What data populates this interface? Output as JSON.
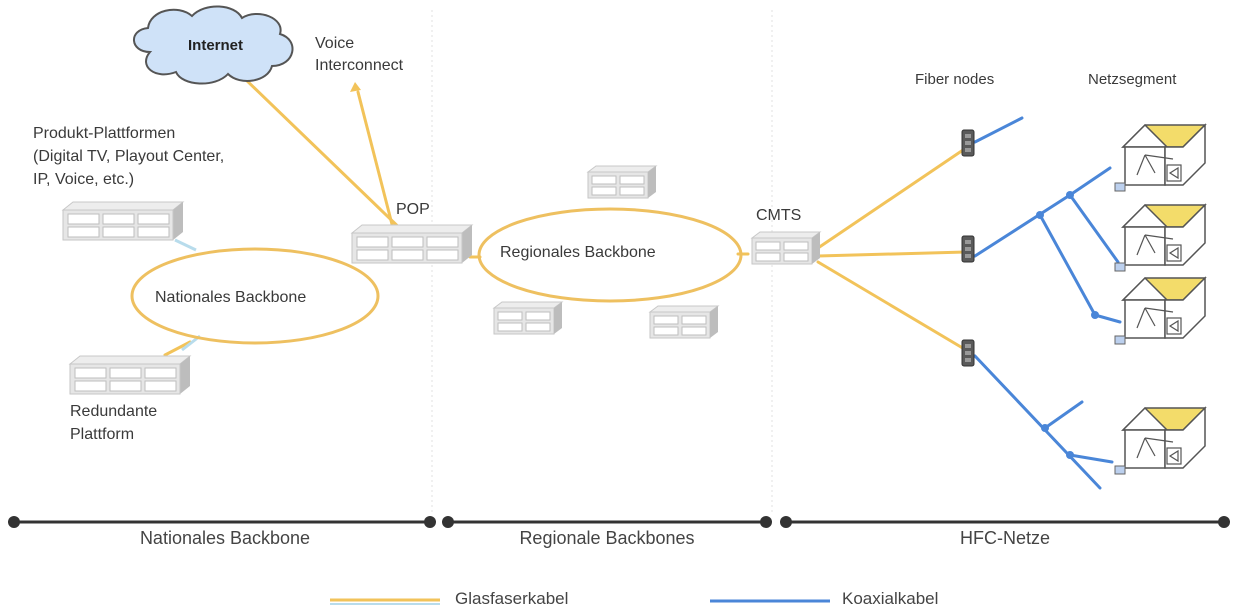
{
  "labels": {
    "internet": "Internet",
    "voice_interconnect_1": "Voice",
    "voice_interconnect_2": "Interconnect",
    "product_platforms_1": "Produkt-Plattformen",
    "product_platforms_2": "(Digital TV, Playout Center,",
    "product_platforms_3": "IP, Voice, etc.)",
    "pop": "POP",
    "national_backbone_ring": "Nationales Backbone",
    "regional_backbone_ring": "Regionales Backbone",
    "cmts": "CMTS",
    "fiber_nodes": "Fiber nodes",
    "network_segment": "Netzsegment",
    "redundant_platform_1": "Redundante",
    "redundant_platform_2": "Plattform"
  },
  "sections": [
    {
      "label": "Nationales Backbone"
    },
    {
      "label": "Regionale Backbones"
    },
    {
      "label": "HFC-Netze"
    }
  ],
  "legend": {
    "fiber": "Glasfaserkabel",
    "coax": "Koaxialkabel"
  },
  "colors": {
    "fiber": "#f2c35a",
    "fiber_ring": "#eec060",
    "coax": "#4a86d8",
    "switch_body": "#e3e3e3",
    "house_roof": "#f3dc6a",
    "cloud": "#cfe2f8"
  }
}
